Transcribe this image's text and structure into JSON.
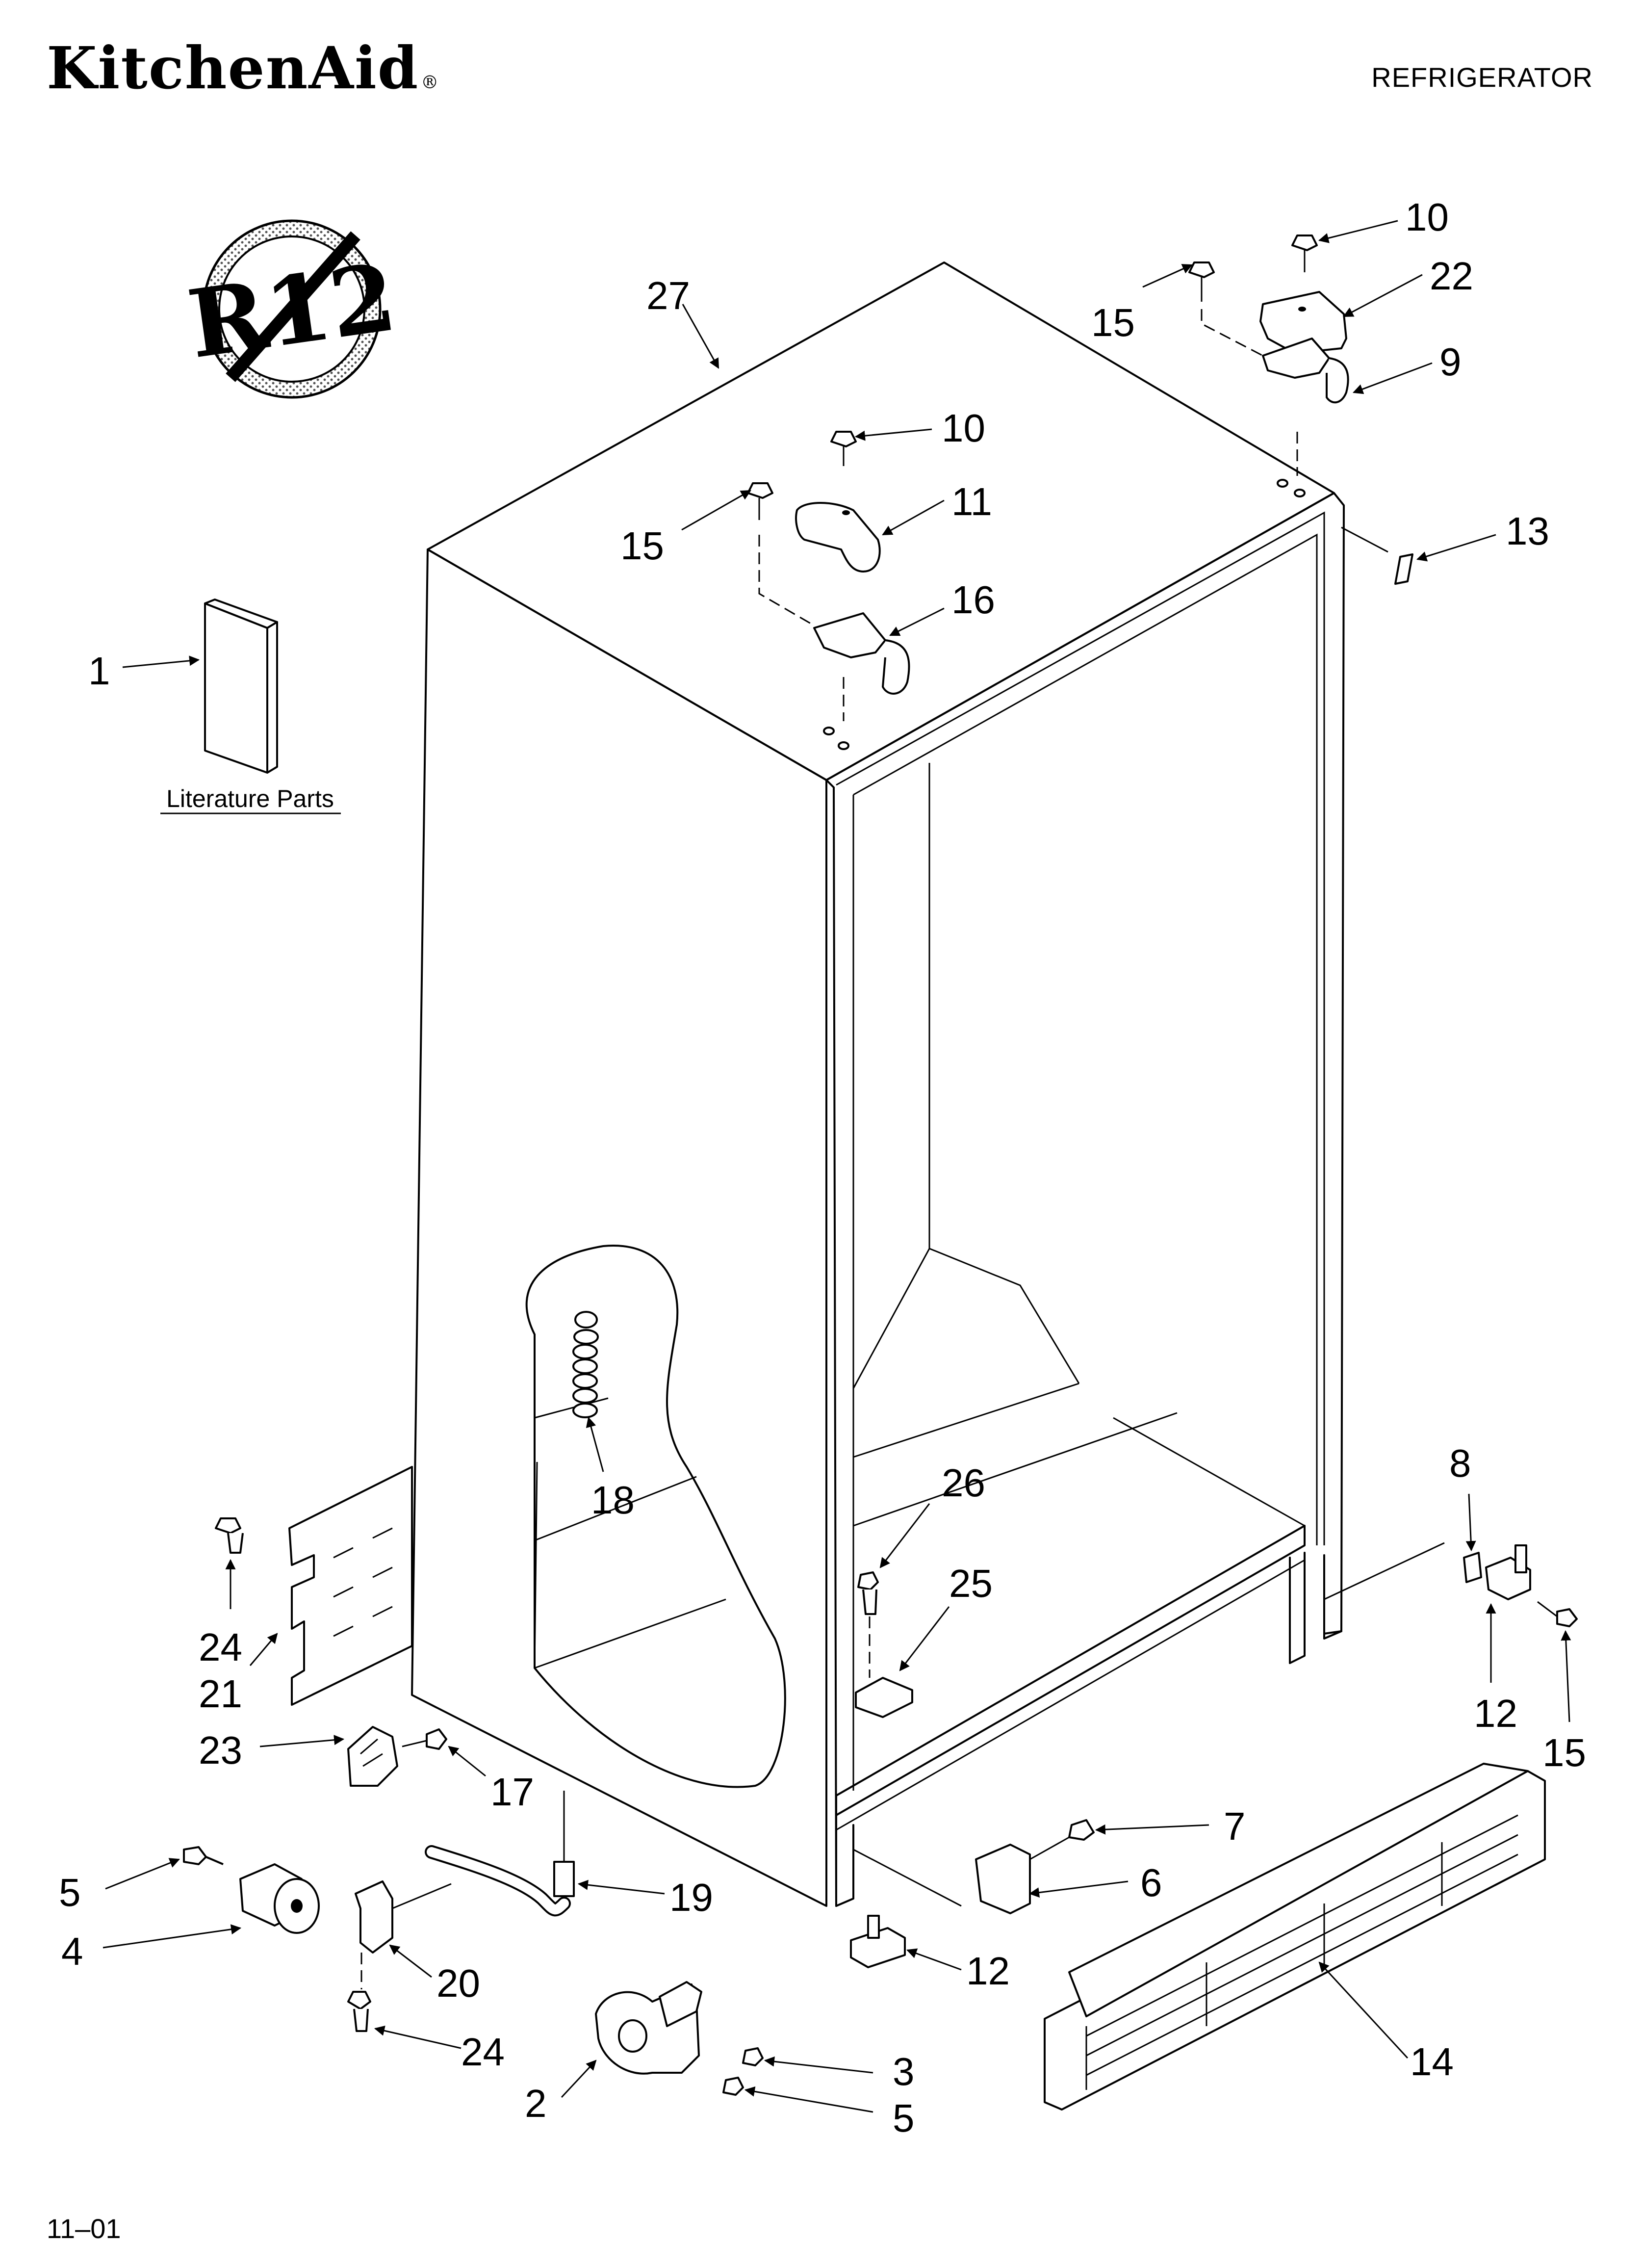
{
  "header": {
    "brand": "KitchenAid",
    "registered_mark": "®",
    "appliance": "REFRIGERATOR"
  },
  "badge": {
    "text": "R12"
  },
  "literature": {
    "label": "Literature Parts"
  },
  "callouts": {
    "c1": "1",
    "c2": "2",
    "c3": "3",
    "c4": "4",
    "c5a": "5",
    "c5b": "5",
    "c6": "6",
    "c7": "7",
    "c8": "8",
    "c9": "9",
    "c10a": "10",
    "c10b": "10",
    "c11": "11",
    "c12a": "12",
    "c12b": "12",
    "c13": "13",
    "c14": "14",
    "c15a": "15",
    "c15b": "15",
    "c15c": "15",
    "c16": "16",
    "c17": "17",
    "c18": "18",
    "c19": "19",
    "c20": "20",
    "c21": "21",
    "c22": "22",
    "c23": "23",
    "c24a": "24",
    "c24b": "24",
    "c25": "25",
    "c26": "26",
    "c27": "27"
  },
  "footer": {
    "code": "11–01"
  }
}
